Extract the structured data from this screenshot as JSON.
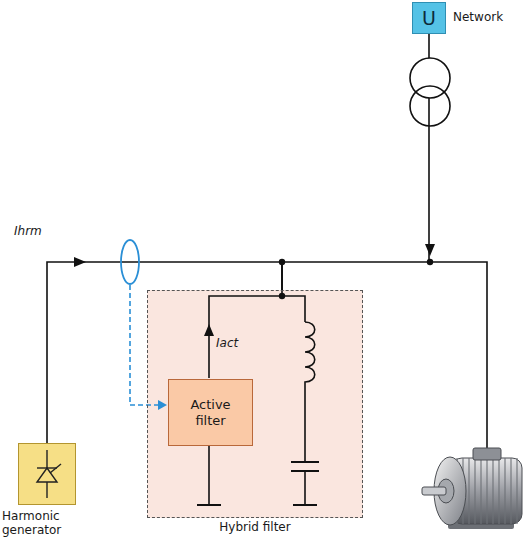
{
  "diagram": {
    "nodes": [
      {
        "text": [
          "U",
          "Network"
        ]
      },
      {
        "text": [
          "Hybrid filter"
        ]
      },
      {
        "text": [
          "Active filter"
        ],
        "in": 1
      },
      {
        "text": [
          "Harmonic generator"
        ]
      }
    ],
    "edges": [
      {
        "from": 0,
        "to": 1,
        "arrow": "none"
      },
      {
        "from": 3,
        "to": 1,
        "arrow": "none"
      }
    ],
    "labels": [
      "Ihrm",
      "Iact"
    ]
  }
}
